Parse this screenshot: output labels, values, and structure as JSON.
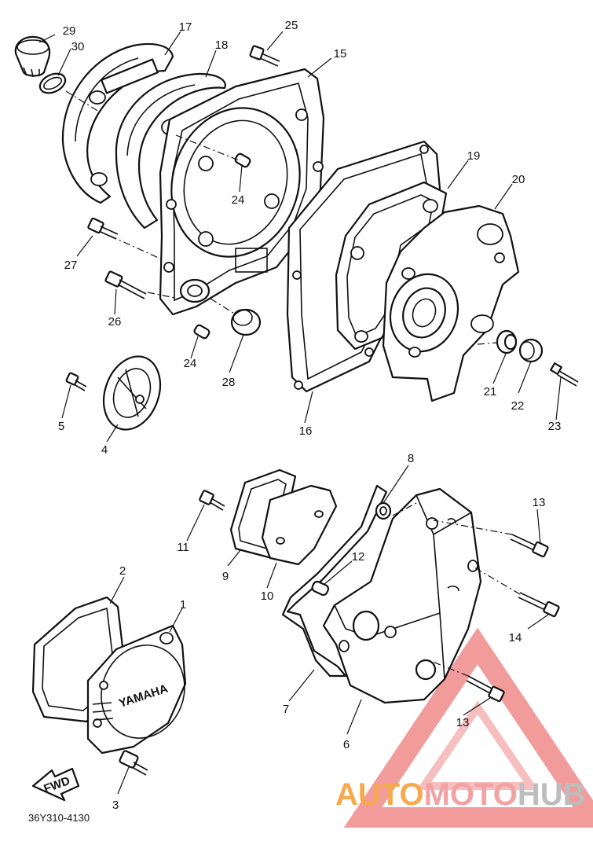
{
  "diagram_code": "36Y310-4130",
  "fwd_label": "FWD",
  "cover_brand": "YAMAHA",
  "watermark": {
    "auto": "AUTO",
    "moto": "MOTO",
    "hub": "HUB"
  },
  "callouts": {
    "p1": "1",
    "p2": "2",
    "p3": "3",
    "p4": "4",
    "p5": "5",
    "p6": "6",
    "p7": "7",
    "p8": "8",
    "p9": "9",
    "p10": "10",
    "p11": "11",
    "p12": "12",
    "p13a": "13",
    "p13b": "13",
    "p14": "14",
    "p15": "15",
    "p16": "16",
    "p17": "17",
    "p18": "18",
    "p19": "19",
    "p20": "20",
    "p21": "21",
    "p22": "22",
    "p23": "23",
    "p24a": "24",
    "p24b": "24",
    "p25": "25",
    "p26": "26",
    "p27": "27",
    "p28": "28",
    "p29": "29",
    "p30": "30"
  },
  "colors": {
    "line": "#111111",
    "logo_orange": "#f6a94e",
    "logo_pink": "#f2a2a2",
    "logo_gray": "#bdbdbd",
    "watermark_red": "#e84a4a"
  }
}
